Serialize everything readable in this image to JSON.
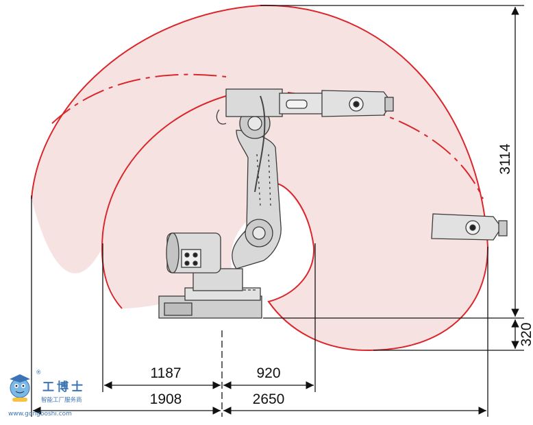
{
  "dimensions": {
    "reach_height": "3114",
    "base_height": "320",
    "inner_reach_back": "1187",
    "inner_reach_front": "920",
    "outer_reach_back": "1908",
    "outer_reach_front": "2650"
  },
  "watermark": {
    "title": "工博士",
    "subtitle": "智能工厂服务商",
    "url": "www.gongboshi.com",
    "registered": "®"
  },
  "colors": {
    "envelope_line": "#d9262b",
    "envelope_fill": "#f7e2e2",
    "robot_body": "#d4d4d4",
    "robot_outline": "#3a3a3a",
    "dimension_line": "#111111",
    "watermark": "#3a73b6"
  }
}
